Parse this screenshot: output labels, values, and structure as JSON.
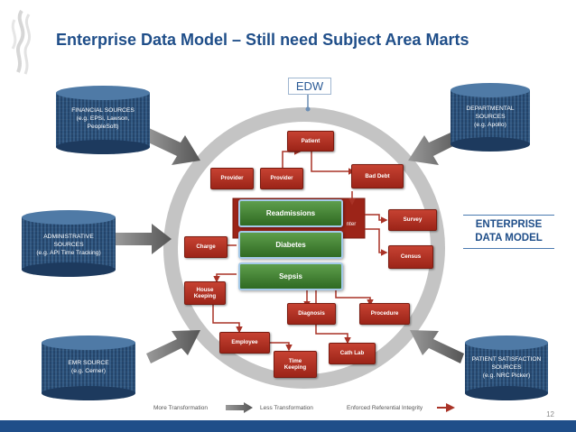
{
  "title": "Enterprise Data Model – Still need Subject Area Marts",
  "edw_label": "EDW",
  "enterprise_label": [
    "ENTERPRISE",
    "DATA MODEL"
  ],
  "sources": {
    "financial": [
      "FINANCIAL SOURCES",
      "(e.g. EPSi, Lawson,",
      "PeopleSoft)"
    ],
    "departmental": [
      "DEPARTMENTAL",
      "SOURCES",
      "(e.g. Apollo)"
    ],
    "administrative": [
      "ADMINISTRATIVE",
      "SOURCES",
      "(e.g. API Time Tracking)"
    ],
    "emr": [
      "EMR SOURCE",
      "(e.g. Cerner)"
    ],
    "patient_satisfaction": [
      "PATIENT SATISFACTION",
      "SOURCES",
      "(e.g. NRC Picker)"
    ]
  },
  "nodes": {
    "patient": "Patient",
    "provider1": "Provider",
    "provider2": "Provider",
    "bad_debt": "Bad Debt",
    "survey": "Survey",
    "census": "Census",
    "charge": "Charge",
    "house_keeping": [
      "House",
      "Keeping"
    ],
    "diagnosis": "Diagnosis",
    "procedure": "Procedure",
    "employee": "Employee",
    "cath_lab": "Cath Lab",
    "time_keeping": [
      "Time",
      "Keeping"
    ],
    "encounter_fragment": "nter"
  },
  "marts": [
    "Readmissions",
    "Diabetes",
    "Sepsis"
  ],
  "legend": {
    "more_transformation": "More Transformation",
    "less_transformation": "Less  Transformation",
    "referential_integrity": "Enforced Referential Integrity"
  },
  "slide_number": "12",
  "colors": {
    "title": "#1f4e89",
    "cylinder": "#2a4f7a",
    "node": "#b13426",
    "mart": "#3f7f30",
    "ring": "#bdbdbd"
  }
}
